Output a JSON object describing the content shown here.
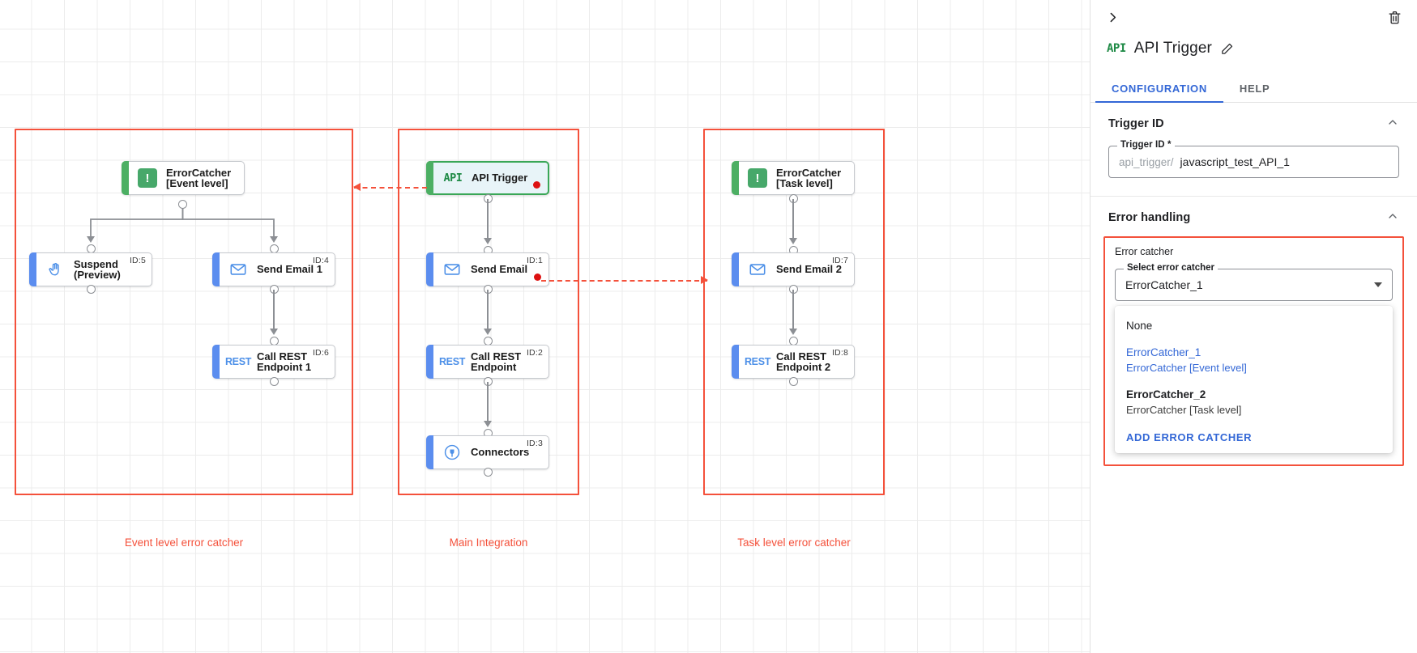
{
  "canvas": {
    "groups": [
      {
        "caption": "Event level error catcher"
      },
      {
        "caption": "Main Integration"
      },
      {
        "caption": "Task level error catcher"
      }
    ],
    "nodes": {
      "error_catcher_event": {
        "label": "ErrorCatcher\n[Event level]",
        "icon": "error-catcher-icon",
        "id": ""
      },
      "suspend": {
        "label": "Suspend\n(Preview)",
        "icon": "suspend-hand-icon",
        "id": "ID:5"
      },
      "send_email_1": {
        "label": "Send Email 1",
        "icon": "email-icon",
        "id": "ID:4"
      },
      "call_rest_1": {
        "label": "Call REST\nEndpoint 1",
        "icon": "rest-icon",
        "id": "ID:6"
      },
      "api_trigger": {
        "label": "API Trigger",
        "icon": "api-icon",
        "id": ""
      },
      "send_email": {
        "label": "Send Email",
        "icon": "email-icon",
        "id": "ID:1"
      },
      "call_rest": {
        "label": "Call REST\nEndpoint",
        "icon": "rest-icon",
        "id": "ID:2"
      },
      "connectors": {
        "label": "Connectors",
        "icon": "connectors-icon",
        "id": "ID:3"
      },
      "error_catcher_task": {
        "label": "ErrorCatcher\n[Task level]",
        "icon": "error-catcher-icon",
        "id": ""
      },
      "send_email_2": {
        "label": "Send Email 2",
        "icon": "email-icon",
        "id": "ID:7"
      },
      "call_rest_2": {
        "label": "Call REST\nEndpoint 2",
        "icon": "rest-icon",
        "id": "ID:8"
      }
    },
    "colors": {
      "group_border": "#f4513b",
      "caption": "#f4513b",
      "node_accent_blue": "#5b8def",
      "node_accent_green": "#4caf63",
      "selected_border": "#3aa757",
      "selected_fill": "#e8f4f8",
      "error_dot": "#dd1111",
      "edge": "#8c8f94",
      "grid": "#ececec"
    }
  },
  "panel": {
    "collapse_label": "›",
    "title": "API Trigger",
    "title_icon": "API",
    "tabs": [
      {
        "label": "CONFIGURATION",
        "active": true
      },
      {
        "label": "HELP",
        "active": false
      }
    ],
    "trigger_id_section": {
      "title": "Trigger ID",
      "field_label": "Trigger ID *",
      "prefix": "api_trigger/",
      "value": "javascript_test_API_1"
    },
    "error_handling_section": {
      "title": "Error handling",
      "box_title": "Error catcher",
      "select_label": "Select error catcher",
      "select_value": "ErrorCatcher_1",
      "options": [
        {
          "primary": "None",
          "secondary": "",
          "selected": false,
          "bold": false
        },
        {
          "primary": "ErrorCatcher_1",
          "secondary": "ErrorCatcher [Event level]",
          "selected": true,
          "bold": false
        },
        {
          "primary": "ErrorCatcher_2",
          "secondary": "ErrorCatcher [Task level]",
          "selected": false,
          "bold": true
        }
      ],
      "action_label": "ADD ERROR CATCHER"
    },
    "accent_color": "#3367d6"
  }
}
